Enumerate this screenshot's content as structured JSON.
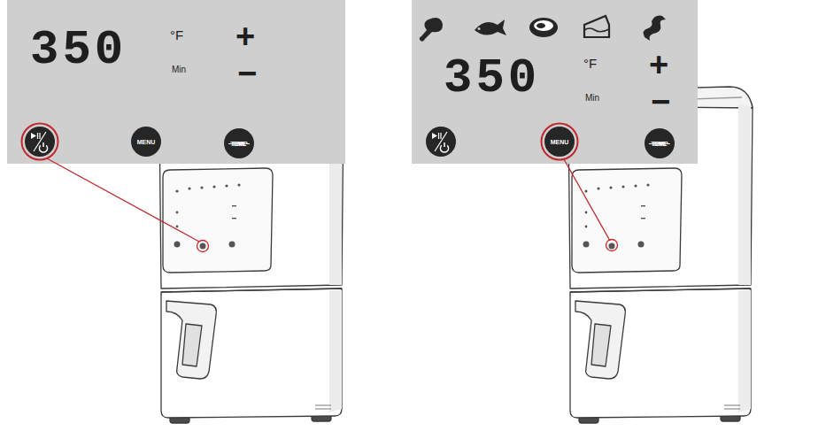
{
  "diagram": {
    "nodes": [
      {
        "text": [
          "350",
          "°F",
          "Min",
          "+",
          "−"
        ]
      },
      {
        "text": [
          "MENU"
        ],
        "in": 0
      },
      {
        "text": [
          "TEMP",
          "TIME"
        ],
        "in": 0
      },
      {
        "text": [
          "350",
          "°F",
          "Min",
          "+",
          "−"
        ]
      },
      {
        "text": [
          "MENU"
        ],
        "in": 3
      },
      {
        "text": [
          "TEMP",
          "TIME"
        ],
        "in": 3
      }
    ]
  }
}
